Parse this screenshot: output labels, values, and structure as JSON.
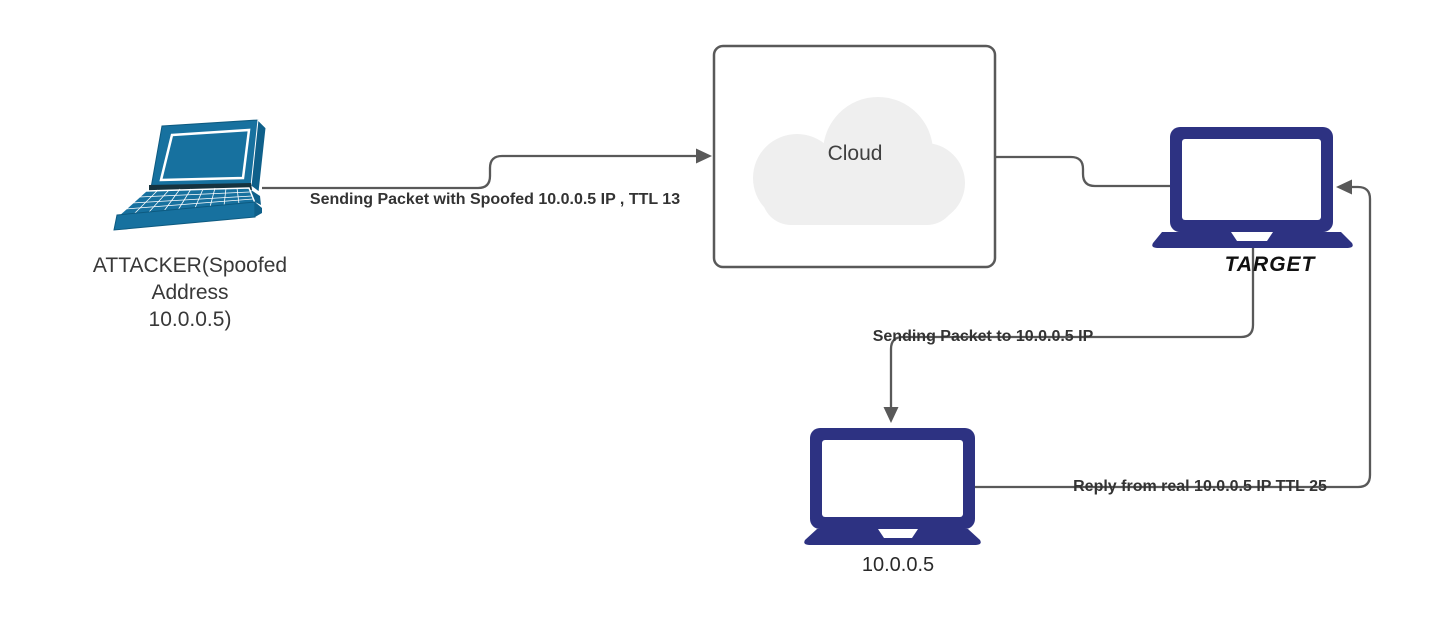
{
  "background": "#ffffff",
  "colors": {
    "edge": "#595959",
    "edge_label_text": "#333333",
    "node_label_text": "#383838",
    "attacker_laptop": "#17719f",
    "attacker_laptop_dark": "#0f608a",
    "navy_laptop": "#2d3282",
    "cloud_fill": "#efefef",
    "cloud_box_border": "#595959"
  },
  "nodes": {
    "attacker": {
      "label": "ATTACKER(Spoofed\nAddress\n10.0.0.5)"
    },
    "cloud": {
      "label": "Cloud"
    },
    "target": {
      "label": "TARGET"
    },
    "real_host": {
      "label": "10.0.0.5"
    }
  },
  "edges": [
    {
      "id": "attacker-to-cloud",
      "label": "Sending Packet with Spoofed 10.0.0.5 IP , TTL 13"
    },
    {
      "id": "cloud-to-target",
      "label": ""
    },
    {
      "id": "target-to-real-host",
      "label": "Sending Packet to 10.0.0.5 IP"
    },
    {
      "id": "real-host-to-target",
      "label": "Reply from real 10.0.0.5 IP TTL 25"
    }
  ]
}
